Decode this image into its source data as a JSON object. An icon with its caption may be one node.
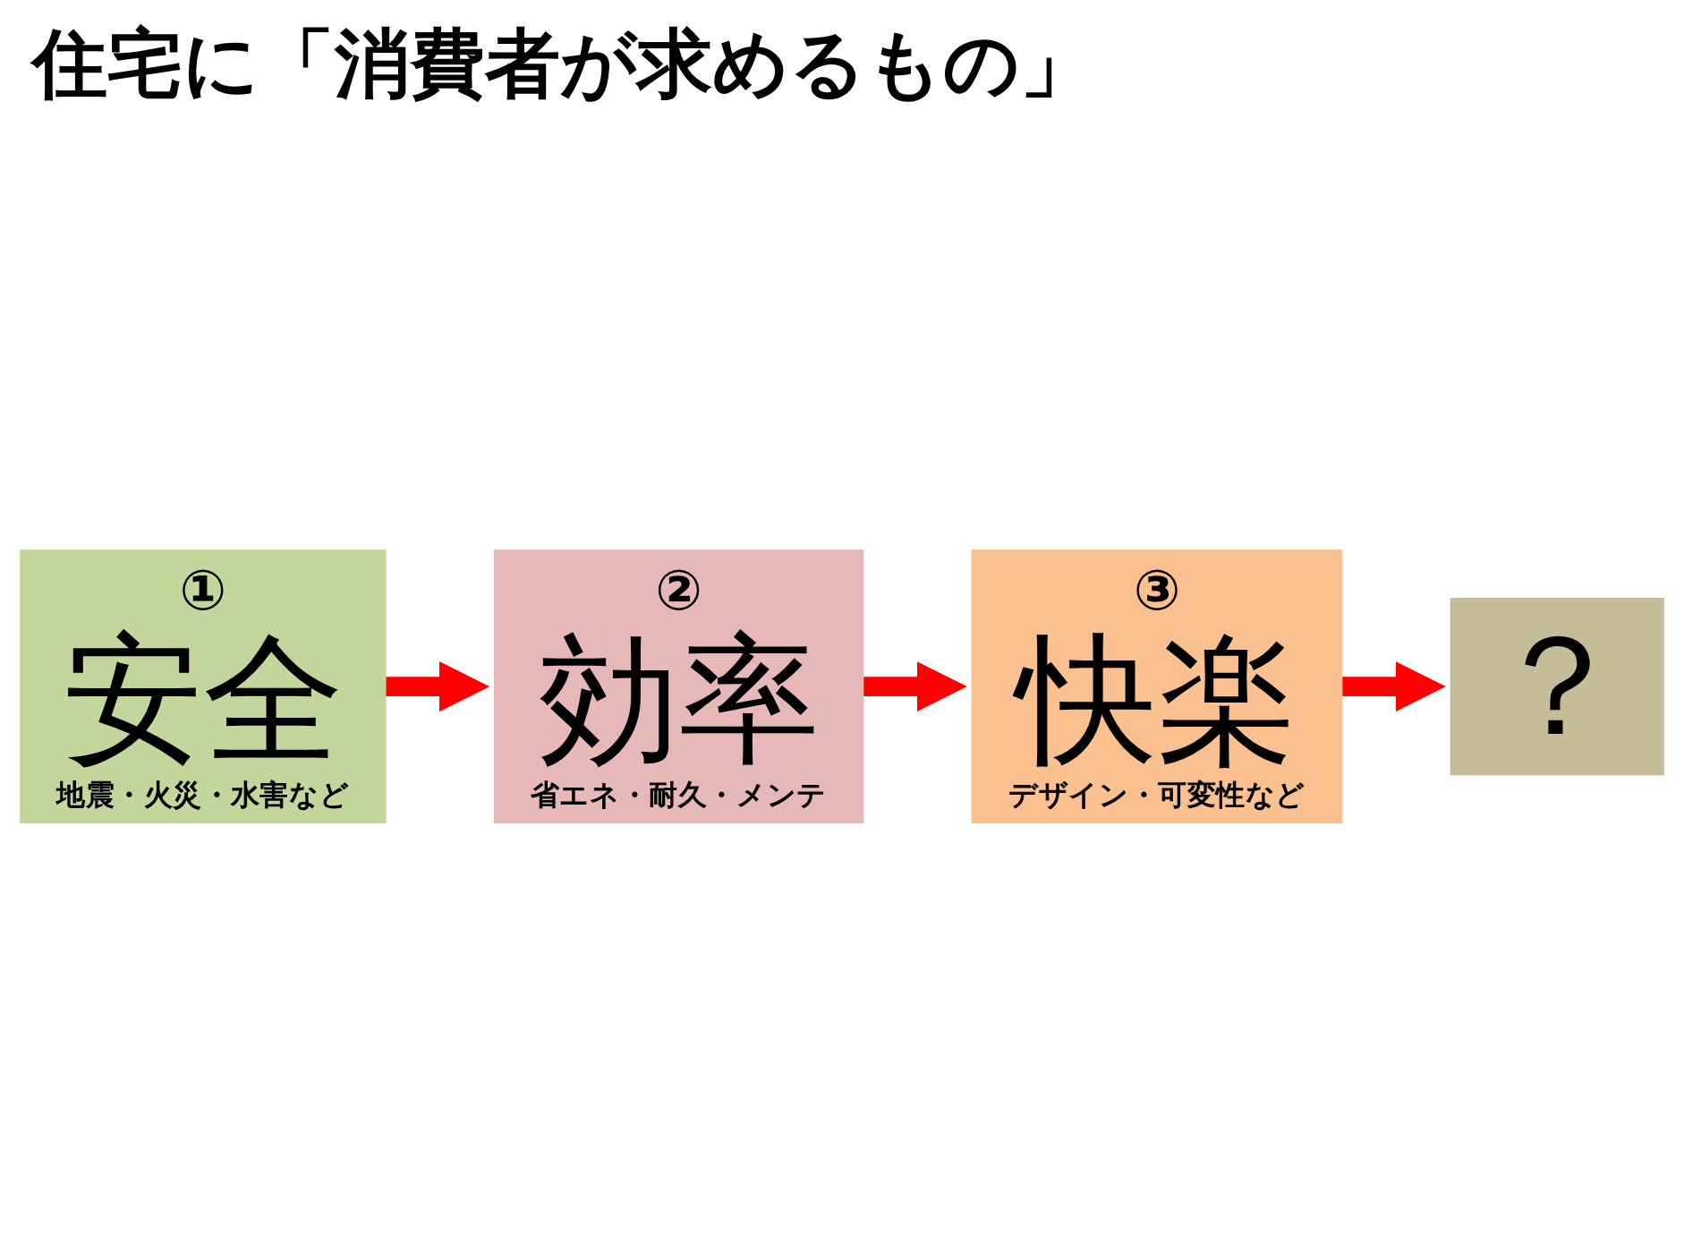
{
  "diagram": {
    "title": "住宅に「消費者が求めるもの」",
    "nodes": [
      {
        "text": [
          "①",
          "安全",
          "地震・火災・水害など"
        ]
      },
      {
        "text": [
          "②",
          "効率",
          "省エネ・耐久・メンテ"
        ]
      },
      {
        "text": [
          "③",
          "快楽",
          "デザイン・可変性など"
        ]
      },
      {
        "text": [
          "？"
        ]
      }
    ],
    "edges": [
      {
        "from": 0,
        "to": 1,
        "arrow": "to",
        "color": "#ff0000"
      },
      {
        "from": 1,
        "to": 2,
        "arrow": "to",
        "color": "#ff0000"
      },
      {
        "from": 2,
        "to": 3,
        "arrow": "to",
        "color": "#ff0000"
      }
    ]
  }
}
